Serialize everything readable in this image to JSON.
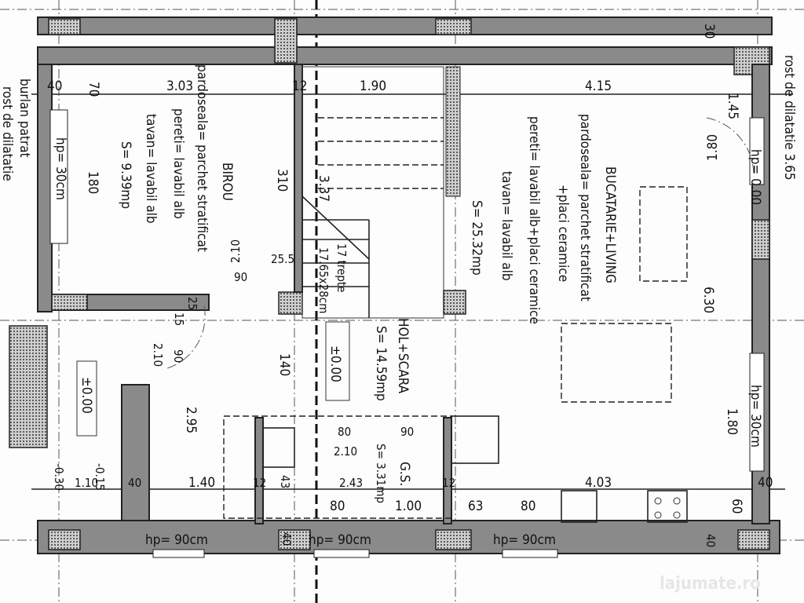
{
  "rooms": {
    "birou": {
      "name": "BIROU",
      "floor": "pardoseala= parchet stratificat",
      "walls": "pereti= lavabil alb",
      "ceiling": "tavan= lavabil alb",
      "area": "S= 9.39mp"
    },
    "hol": {
      "name": "HOL+SCARA",
      "area": "S= 14.59mp"
    },
    "bucatarie": {
      "name": "BUCATARIE+LIVING",
      "floor": "pardoseala= parchet stratificat",
      "floor2": "+placi ceramice",
      "walls": "pereti= lavabil alb+placi ceramice",
      "ceiling": "tavan= lavabil alb",
      "area": "S= 25.32mp"
    },
    "gs": {
      "name": "G.S.",
      "area": "S= 3.31mp"
    }
  },
  "stairs": {
    "steps": "17 trepte",
    "size": "17.65x28cm"
  },
  "levels": {
    "hol": "±0.00",
    "entry": "±0.00",
    "ext1": "-0.30",
    "ext2": "-0.15"
  },
  "windows": {
    "birou": "hp= 30cm",
    "living_top": "hp= 0.00",
    "living_bottom": "hp= 30cm",
    "bottom1": "hp= 90cm",
    "bottom2": "hp= 90cm",
    "bottom3": "hp= 90cm"
  },
  "notes": {
    "burlan": "burlan patrat",
    "rost_left": "rost de dilatatie",
    "rost_right": "rost de dilatatie 3.65"
  },
  "dimensions": {
    "d40a": "40",
    "d70": "70",
    "d303": "3.03",
    "d12a": "12",
    "d190": "1.90",
    "d415": "4.15",
    "d145": "1.45",
    "d30": "30",
    "d180a": "180",
    "d310": "310",
    "d337": "3.37",
    "d210a": "2.10",
    "d90a": "90",
    "d255": "25.5",
    "d25": "25",
    "d15": "15",
    "d90b": "90",
    "d210b": "2.10",
    "d140": "140",
    "d295": "2.95",
    "d180b": "1.80",
    "d630": "6.30",
    "d180c": "1.80",
    "d80a": "80",
    "d90c": "90",
    "d210c": "2.10",
    "d243": "2.43",
    "d403": "4.03",
    "d40b": "40",
    "d110": "1.10",
    "d40c": "40",
    "d140b": "1.40",
    "d12b": "12",
    "d43": "43",
    "d80b": "80",
    "d100": "1.00",
    "d12c": "12",
    "d63": "63",
    "d80c": "80",
    "d60": "60",
    "d40d": "40",
    "d40e": "40"
  },
  "watermark": "lajumate.ro"
}
